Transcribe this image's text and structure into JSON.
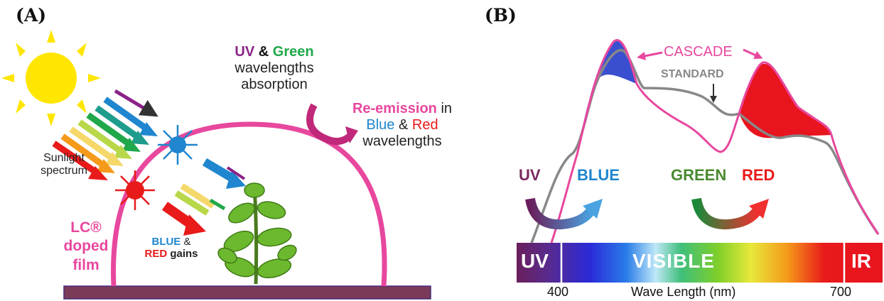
{
  "panel_a": {
    "label": "(A)",
    "uv_word": "UV",
    "amp1": "&",
    "green_word": "Green",
    "absorption_line2": "wavelengths",
    "absorption_line3": "absorption",
    "reemission_word": "Re-emission",
    "reemission_in": "in",
    "blue_word": "Blue",
    "amp2": "&",
    "red_word": "Red",
    "reemission_line3": "wavelengths",
    "sunlight_line1": "Sunlight",
    "sunlight_line2": "spectrum",
    "lc_line1": "LC®",
    "lc_line2": "doped",
    "lc_line3": "film",
    "gains_blue": "BLUE",
    "gains_amp": "&",
    "gains_red": "RED",
    "gains_word": "gains"
  },
  "panel_b": {
    "label": "(B)",
    "cascade_label": "CASCADE",
    "standard_label": "STANDARD",
    "shift1_from": "UV",
    "shift1_to": "BLUE",
    "shift2_from": "GREEN",
    "shift2_to": "RED",
    "bar_uv": "UV",
    "bar_visible": "VISIBLE",
    "bar_ir": "IR",
    "tick_400": "400",
    "tick_700": "700",
    "xlabel": "Wave Length (nm)"
  },
  "colors": {
    "film": "#e8479e",
    "ground": "#7a3a58",
    "sun": "#ffe600",
    "blue_fill": "#3a4fd0",
    "red_fill": "#e8141e",
    "standard_curve": "#888888",
    "cascade_curve": "#e8479e"
  },
  "icons": [
    "sun-icon",
    "plant-icon",
    "red-emission-icon",
    "blue-emission-icon"
  ]
}
